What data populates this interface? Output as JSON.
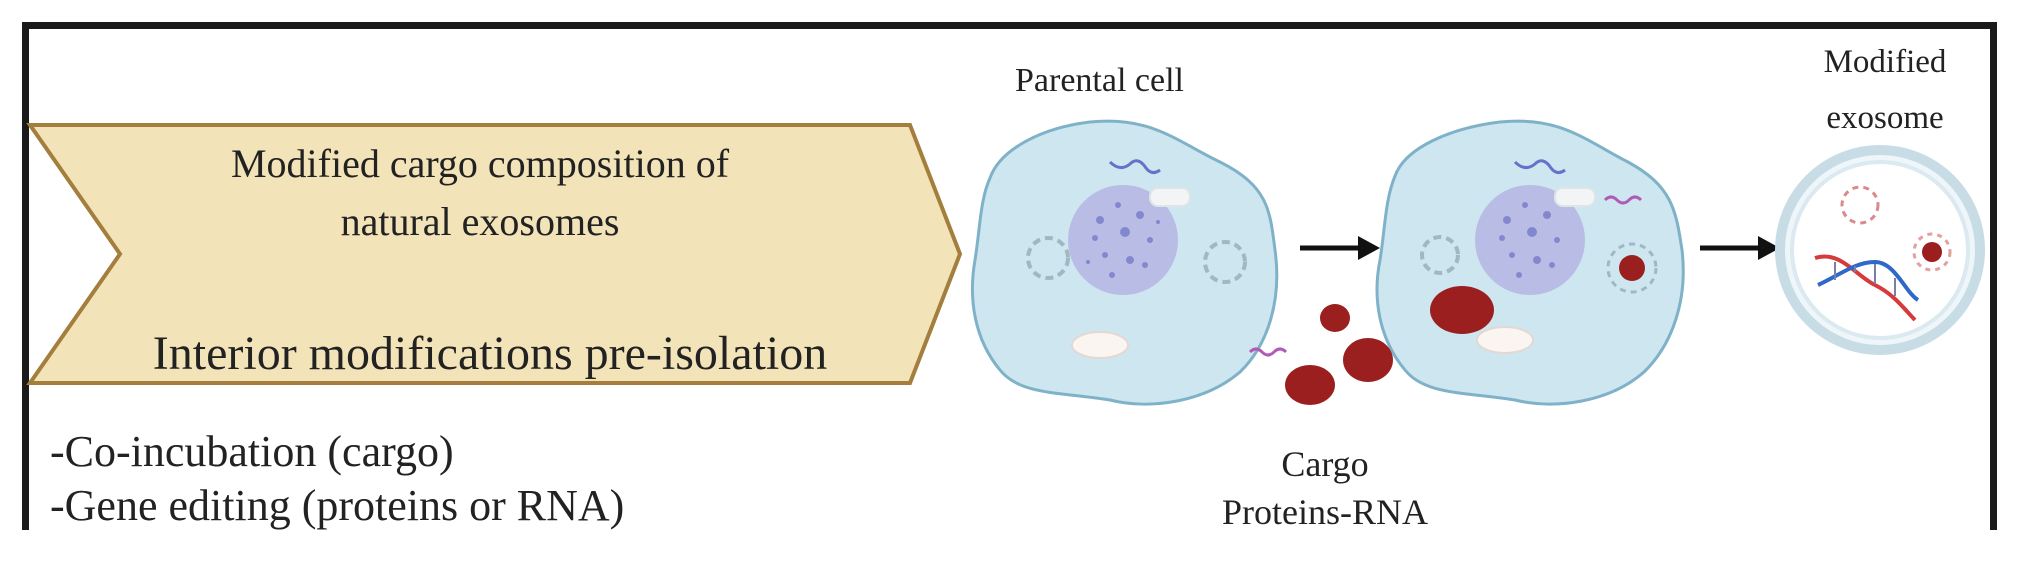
{
  "banner": {
    "title_line1": "Modified cargo composition of",
    "title_line2": "natural exosomes",
    "subtitle": "Interior modifications pre-isolation",
    "fill_color": "#f3e3b8",
    "stroke_color": "#a37e3d"
  },
  "methods": [
    "-Co-incubation (cargo)",
    "-Gene editing (proteins or RNA)"
  ],
  "labels": {
    "parental_cell": "Parental cell",
    "modified_exosome_line1": "Modified",
    "modified_exosome_line2": "exosome",
    "cargo_line1": "Cargo",
    "cargo_line2": "Proteins-RNA"
  },
  "colors": {
    "cell_fill": "#cde6f0",
    "cell_stroke": "#7fb2c8",
    "nucleus": "#b9bde6",
    "cargo_red": "#9c1f1f",
    "frame": "#1a1a1a",
    "arrow": "#111111"
  }
}
